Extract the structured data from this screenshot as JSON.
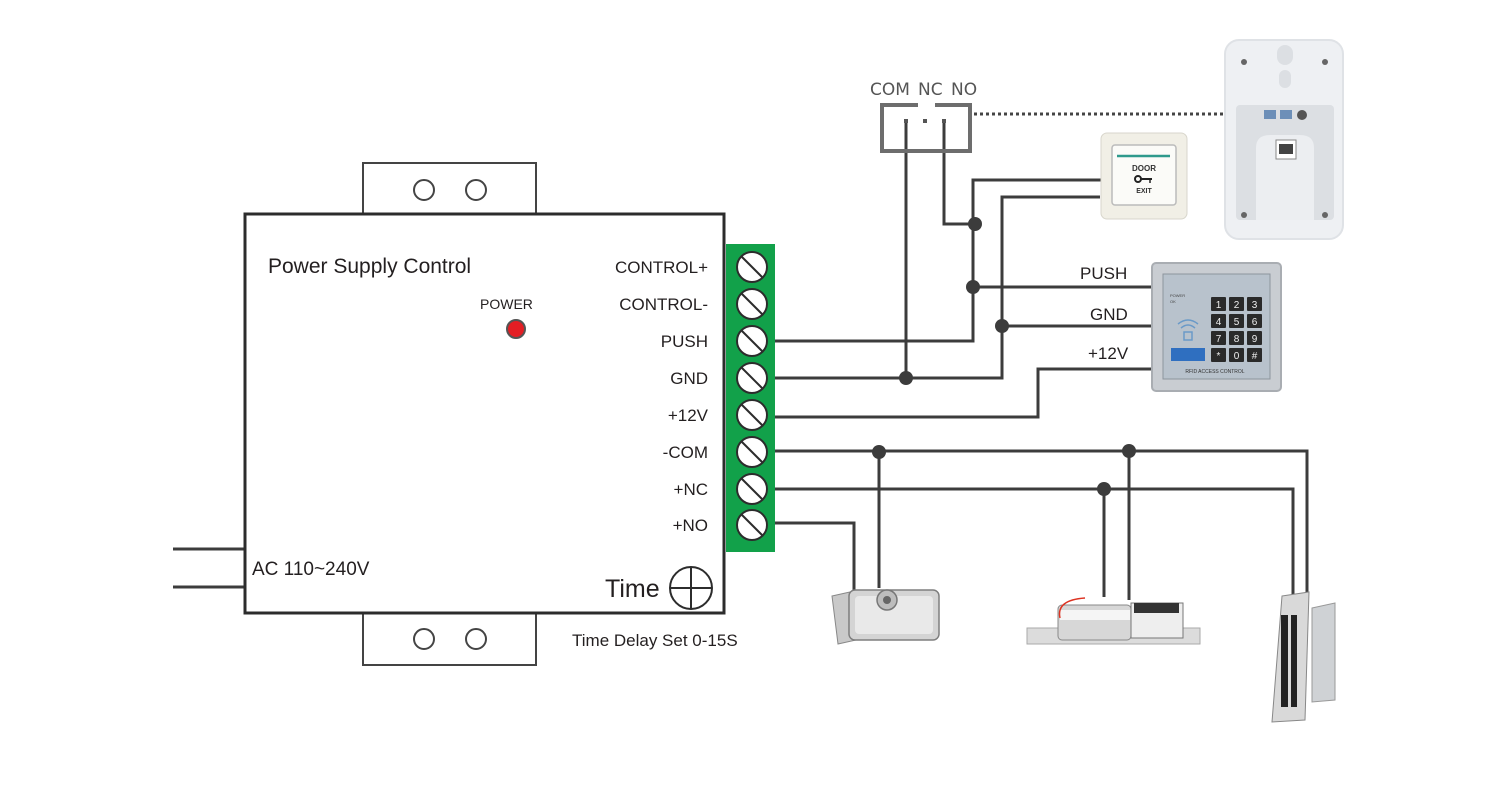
{
  "controller": {
    "title": "Power Supply Control",
    "power_led_label": "POWER",
    "ac_input_label": "AC 110~240V",
    "time_label": "Time",
    "time_delay_caption": "Time Delay Set 0-15S",
    "led_color": "#e31e24",
    "terminal_block_color": "#12a14a",
    "terminals": [
      "CONTROL+",
      "CONTROL-",
      "PUSH",
      "GND",
      "+12V",
      "-COM",
      "+NC",
      "+NO"
    ]
  },
  "relay": {
    "labels": [
      "COM",
      "NC",
      "NO"
    ]
  },
  "exit_button": {
    "line1": "DOOR",
    "line2": "EXIT"
  },
  "keypad": {
    "wire_labels": [
      "PUSH",
      "GND",
      "+12V"
    ],
    "keys": [
      "1",
      "2",
      "3",
      "4",
      "5",
      "6",
      "7",
      "8",
      "9",
      "*",
      "0",
      "#"
    ],
    "caption": "RFID ACCESS CONTROL",
    "indicators": [
      "POWER",
      "OK"
    ]
  },
  "devices": {
    "intercom": "intercom-device",
    "rim_lock": "electric-rim-lock",
    "bolt_lock": "electric-bolt-lock",
    "mag_lock": "magnetic-lock"
  }
}
